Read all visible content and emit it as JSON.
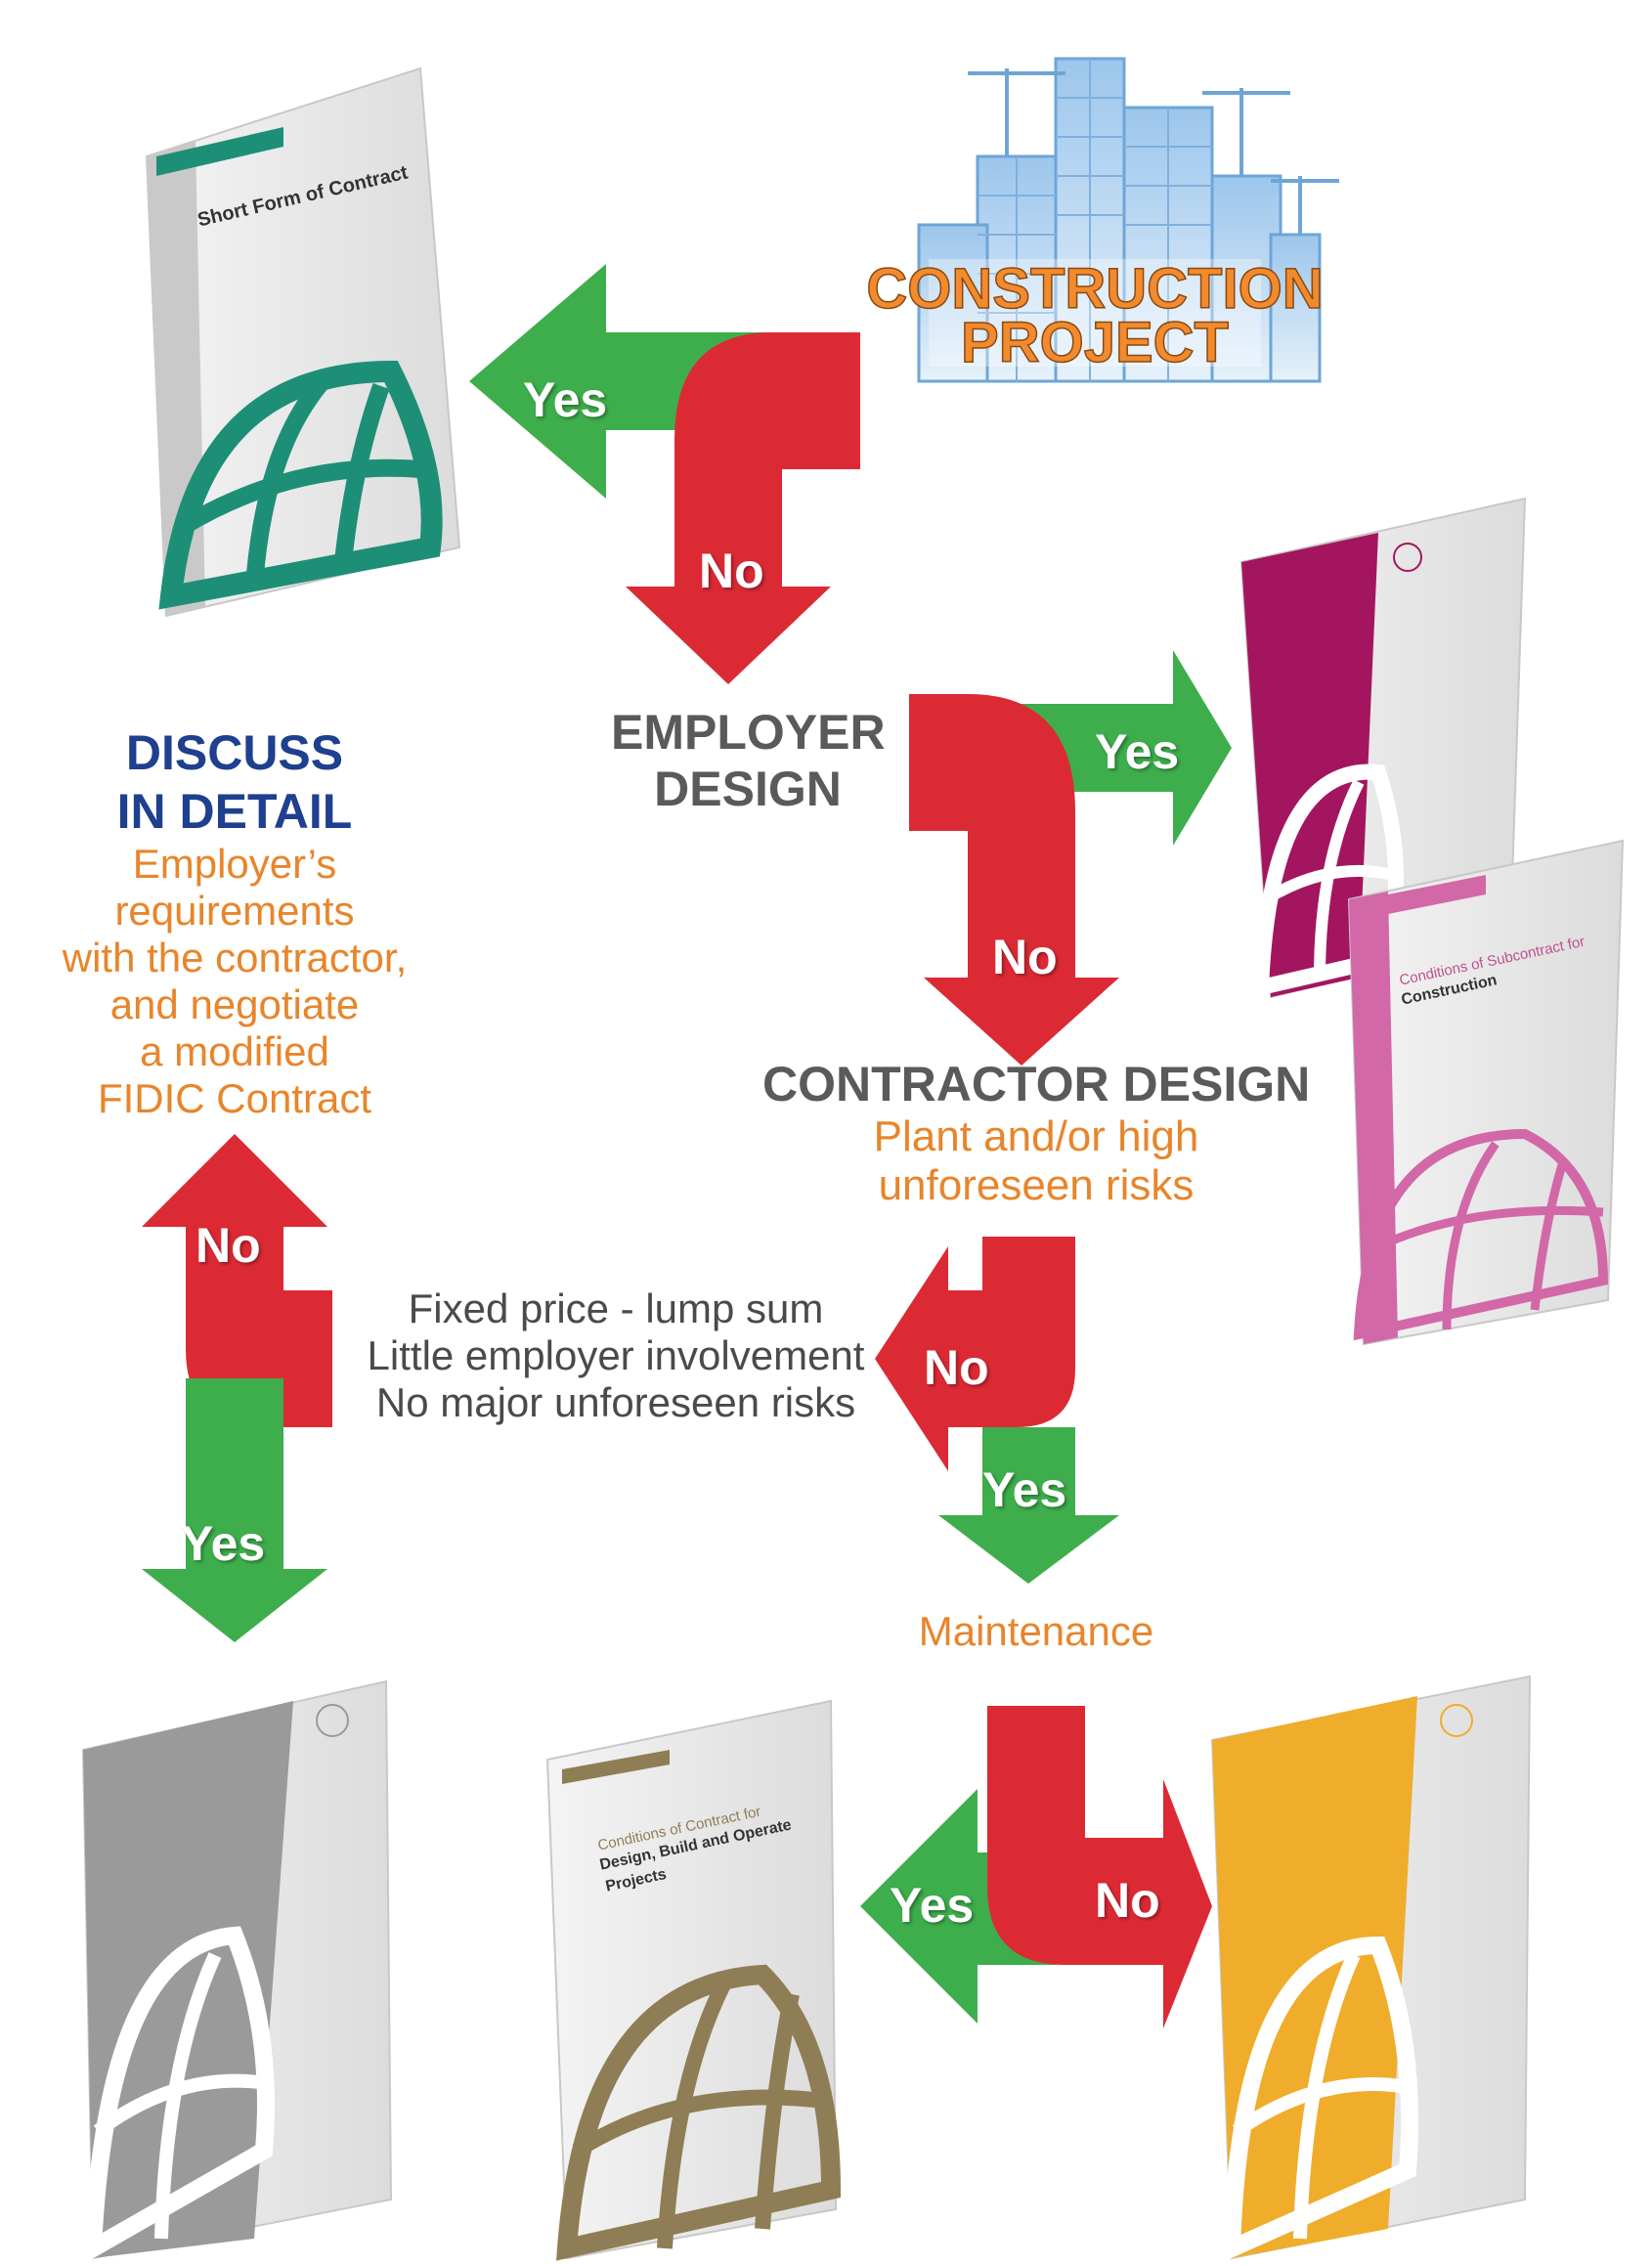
{
  "project": {
    "line1": "CONSTRUCTION",
    "line2": "PROJECT"
  },
  "arrows": {
    "top_yes": "Yes",
    "top_no": "No",
    "employer_yes": "Yes",
    "employer_no": "No",
    "contractor_no": "No",
    "contractor_yes": "Yes",
    "left_no": "No",
    "left_yes": "Yes",
    "maint_yes": "Yes",
    "maint_no": "No"
  },
  "nodes": {
    "employer_design": [
      "EMPLOYER",
      "DESIGN"
    ],
    "contractor_design": "CONTRACTOR DESIGN",
    "contractor_sub": [
      "Plant and/or high",
      "unforeseen risks"
    ],
    "criteria": [
      "Fixed price - lump sum",
      "Little employer involvement",
      "No major unforeseen risks"
    ],
    "maintenance": "Maintenance",
    "discuss_title": [
      "DISCUSS",
      "IN DETAIL"
    ],
    "discuss_body": [
      "Employer’s",
      "requirements",
      "with the contractor,",
      "and negotiate",
      "a modified",
      "FIDIC Contract"
    ]
  },
  "books": {
    "short_form": "Short Form of Contract",
    "subcontract_prefix": "Conditions of Subcontract for",
    "subcontract": "Construction",
    "dbo_prefix": "Conditions of Contract for",
    "dbo": [
      "Design, Build and Operate",
      "Projects"
    ]
  },
  "colors": {
    "yes_green": "#3eae4c",
    "no_red": "#dc2a35",
    "teal_book": "#1e8f77",
    "magenta_book": "#a3165f",
    "pink_book": "#d268a8",
    "grey_book": "#9a9a9a",
    "olive_book": "#8f7d55",
    "gold_book": "#efad2b",
    "orange_text": "#e8852b",
    "blue_text": "#1f3f8f"
  }
}
